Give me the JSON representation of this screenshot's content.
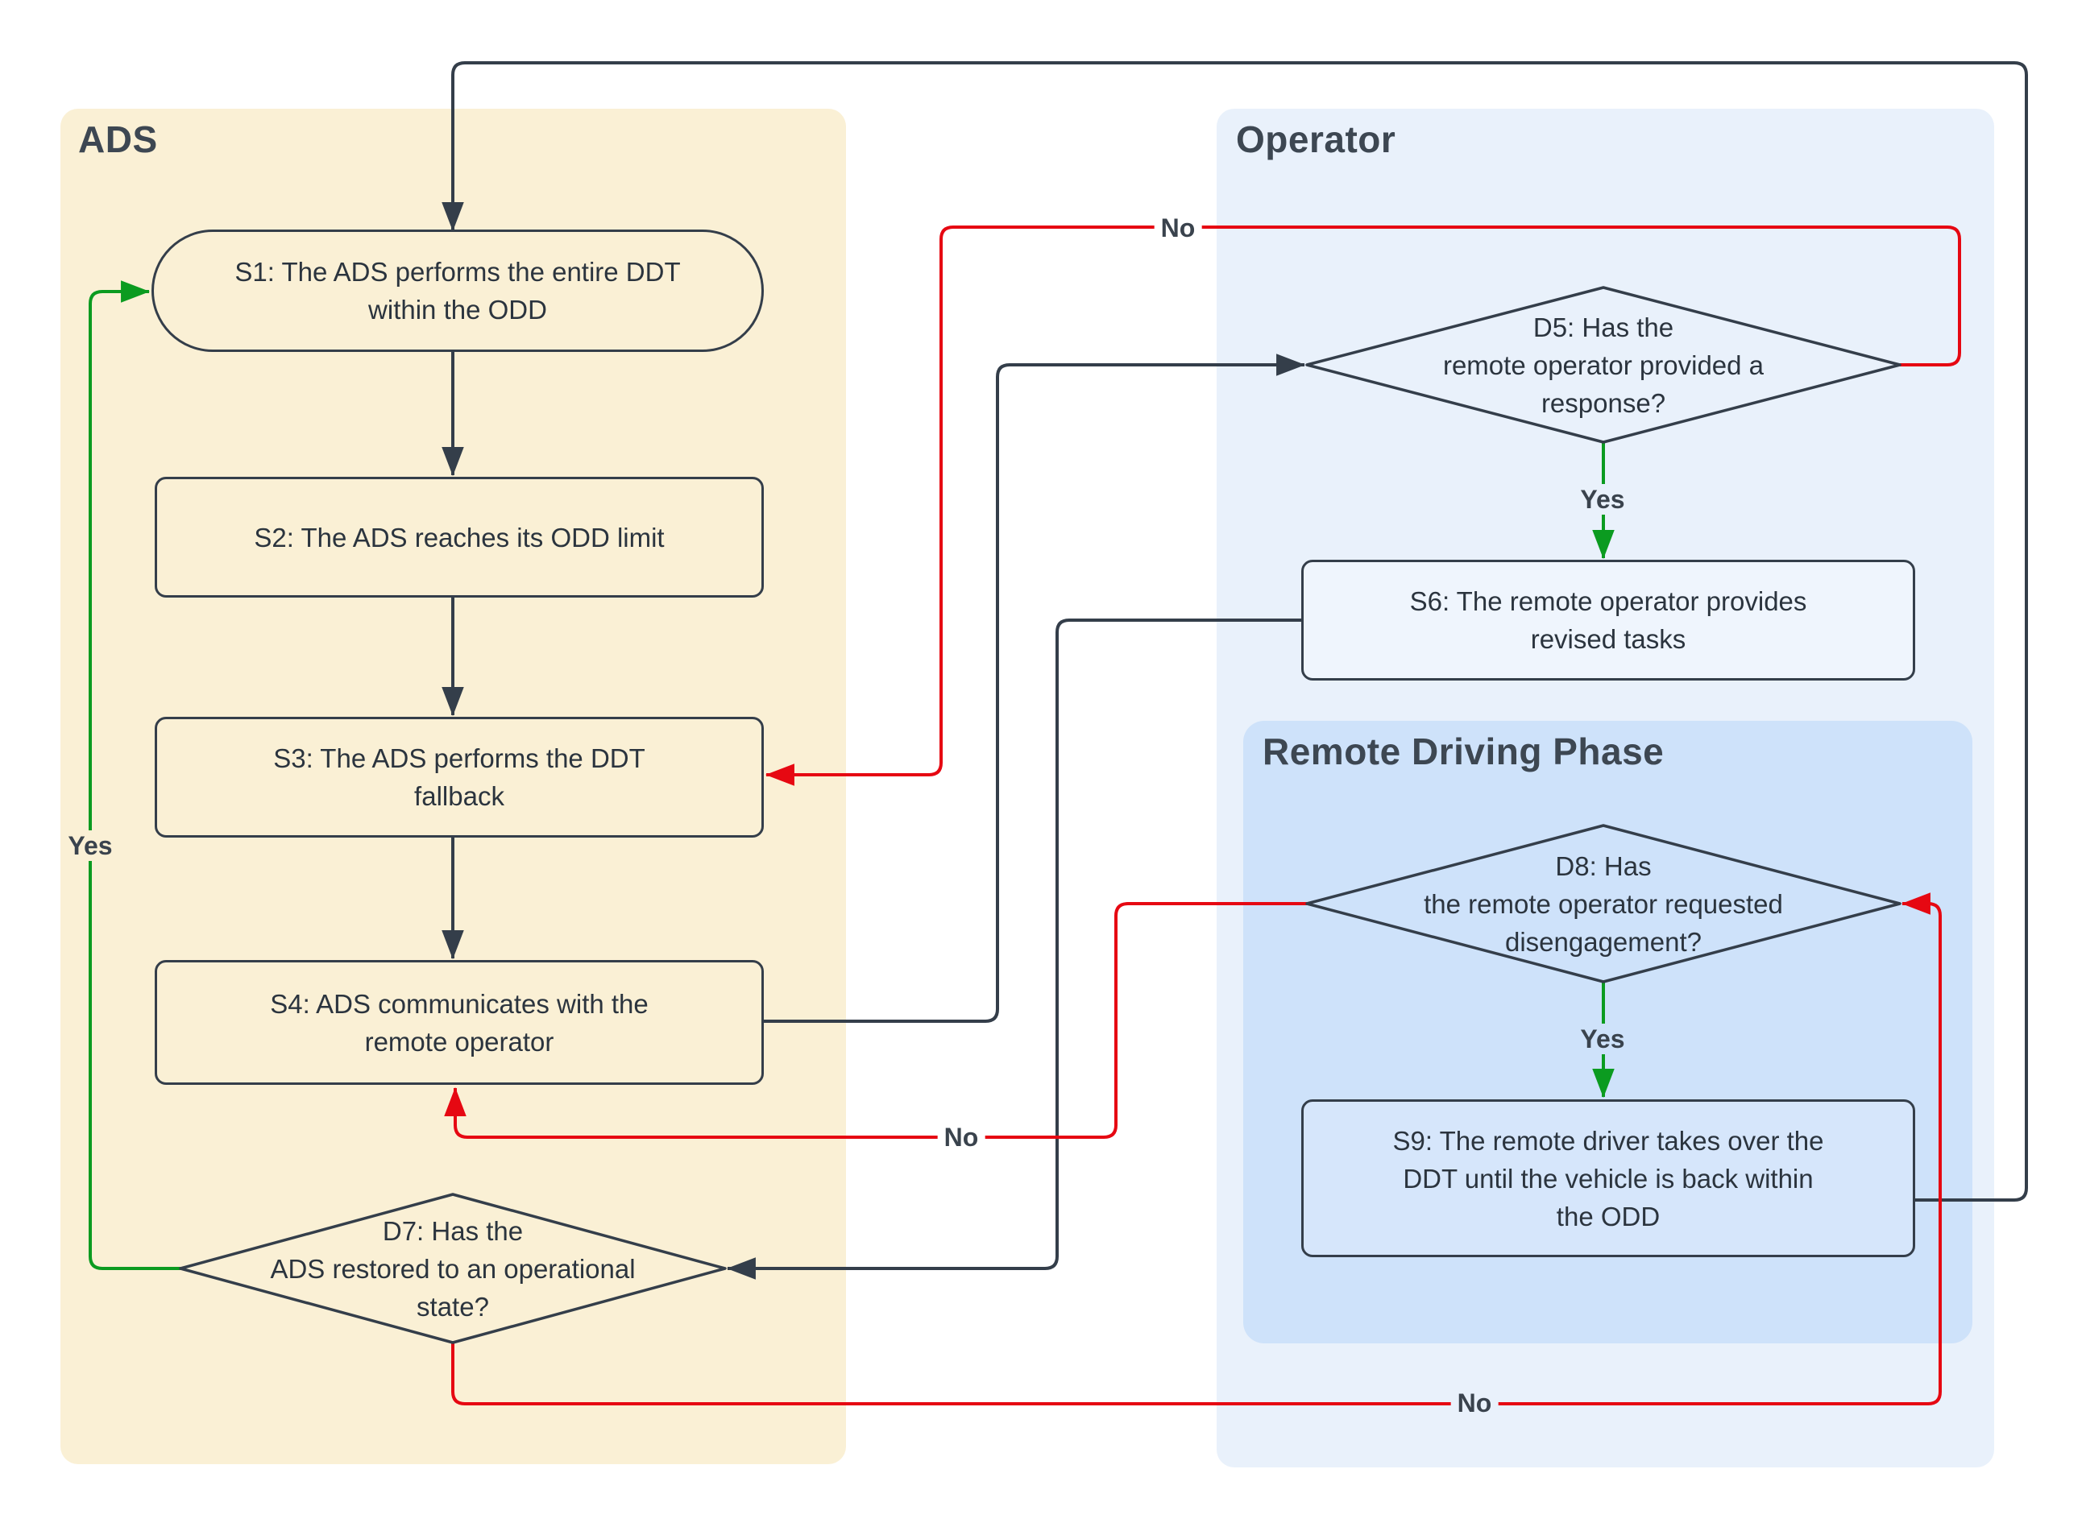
{
  "sections": {
    "ads": {
      "title": "ADS"
    },
    "operator": {
      "title": "Operator"
    },
    "remote_driving_phase": {
      "title": "Remote Driving Phase"
    }
  },
  "nodes": {
    "s1": {
      "label": "S1: The ADS performs the entire DDT\nwithin the ODD"
    },
    "s2": {
      "label": "S2: The ADS reaches its ODD limit"
    },
    "s3": {
      "label": "S3: The ADS performs the DDT\nfallback"
    },
    "s4": {
      "label": "S4: ADS communicates with the\nremote operator"
    },
    "d5": {
      "label": "D5: Has the\nremote operator provided a\nresponse?"
    },
    "s6": {
      "label": "S6: The remote operator provides\nrevised tasks"
    },
    "d7": {
      "label": "D7: Has the\nADS restored to an operational\nstate?"
    },
    "d8": {
      "label": "D8: Has\nthe remote operator requested\ndisengagement?"
    },
    "s9": {
      "label": "S9: The remote driver takes over the\nDDT until the vehicle is back within\nthe ODD"
    }
  },
  "edge_labels": {
    "d5_yes": "Yes",
    "d5_no": "No",
    "d7_yes": "Yes",
    "d7_no": "No",
    "d8_yes": "Yes",
    "d8_no": "No"
  },
  "colors": {
    "edge_dark": "#343e4a",
    "edge_red": "#e60812",
    "edge_green": "#0b9b20",
    "node_border": "#343e4a",
    "ads_fill": "#faf0d5",
    "operator_fill": "#e9f1fb",
    "rdp_fill": "#cee2fa",
    "s6_fill": "#eff5fd",
    "s9_fill": "#d6e6fb",
    "text": "#2b343e"
  }
}
